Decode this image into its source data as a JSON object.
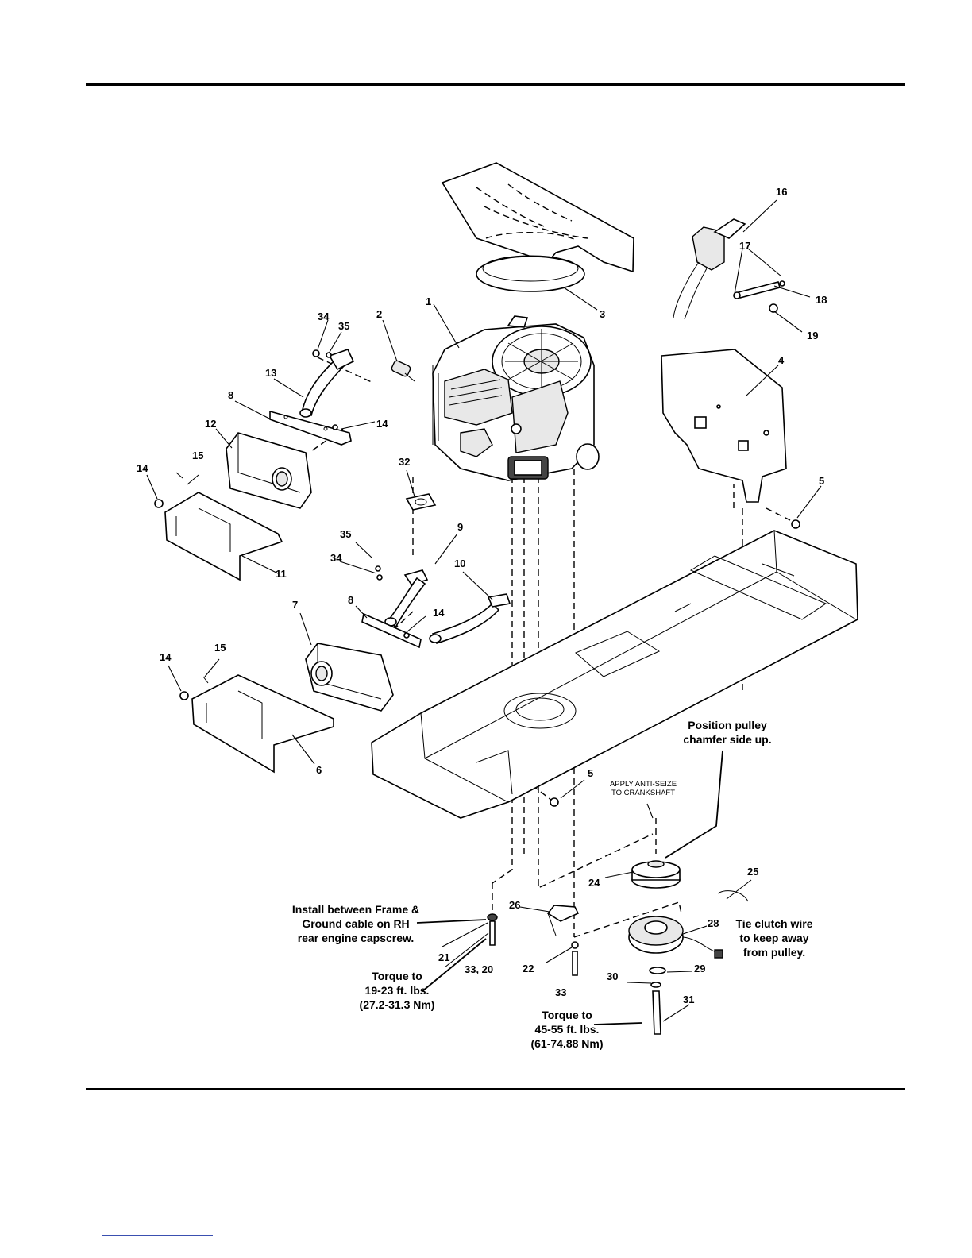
{
  "callouts": [
    {
      "id": "c1",
      "text": "1"
    },
    {
      "id": "c2",
      "text": "2"
    },
    {
      "id": "c3",
      "text": "3"
    },
    {
      "id": "c4",
      "text": "4"
    },
    {
      "id": "c5a",
      "text": "5"
    },
    {
      "id": "c5b",
      "text": "5"
    },
    {
      "id": "c6",
      "text": "6"
    },
    {
      "id": "c7",
      "text": "7"
    },
    {
      "id": "c8a",
      "text": "8"
    },
    {
      "id": "c8b",
      "text": "8"
    },
    {
      "id": "c9",
      "text": "9"
    },
    {
      "id": "c10",
      "text": "10"
    },
    {
      "id": "c11",
      "text": "11"
    },
    {
      "id": "c12",
      "text": "12"
    },
    {
      "id": "c13",
      "text": "13"
    },
    {
      "id": "c14a",
      "text": "14"
    },
    {
      "id": "c14b",
      "text": "14"
    },
    {
      "id": "c14c",
      "text": "14"
    },
    {
      "id": "c14d",
      "text": "14"
    },
    {
      "id": "c15a",
      "text": "15"
    },
    {
      "id": "c15b",
      "text": "15"
    },
    {
      "id": "c16",
      "text": "16"
    },
    {
      "id": "c17",
      "text": "17"
    },
    {
      "id": "c18",
      "text": "18"
    },
    {
      "id": "c19",
      "text": "19"
    },
    {
      "id": "c21",
      "text": "21"
    },
    {
      "id": "c22",
      "text": "22"
    },
    {
      "id": "c24",
      "text": "24"
    },
    {
      "id": "c25",
      "text": "25"
    },
    {
      "id": "c26",
      "text": "26"
    },
    {
      "id": "c28",
      "text": "28"
    },
    {
      "id": "c29",
      "text": "29"
    },
    {
      "id": "c30",
      "text": "30"
    },
    {
      "id": "c31",
      "text": "31"
    },
    {
      "id": "c32",
      "text": "32"
    },
    {
      "id": "c33a",
      "text": "33, 20"
    },
    {
      "id": "c33b",
      "text": "33"
    },
    {
      "id": "c34a",
      "text": "34"
    },
    {
      "id": "c34b",
      "text": "34"
    },
    {
      "id": "c35a",
      "text": "35"
    },
    {
      "id": "c35b",
      "text": "35"
    }
  ],
  "notes": {
    "pulley_line1": "Position pulley",
    "pulley_line2": "chamfer side up.",
    "antiseize_line1": "APPLY ANTI-SEIZE",
    "antiseize_line2": "TO CRANKSHAFT",
    "install_line1": "Install between Frame &",
    "install_line2": "Ground cable on RH",
    "install_line3": "rear engine capscrew.",
    "torque1_line1": "Torque to",
    "torque1_line2": "19-23 ft. lbs.",
    "torque1_line3": "(27.2-31.3 Nm)",
    "torque2_line1": "Torque to",
    "torque2_line2": "45-55 ft. lbs.",
    "torque2_line3": "(61-74.88 Nm)",
    "clutch_line1": "Tie clutch wire",
    "clutch_line2": "to keep away",
    "clutch_line3": "from pulley."
  }
}
